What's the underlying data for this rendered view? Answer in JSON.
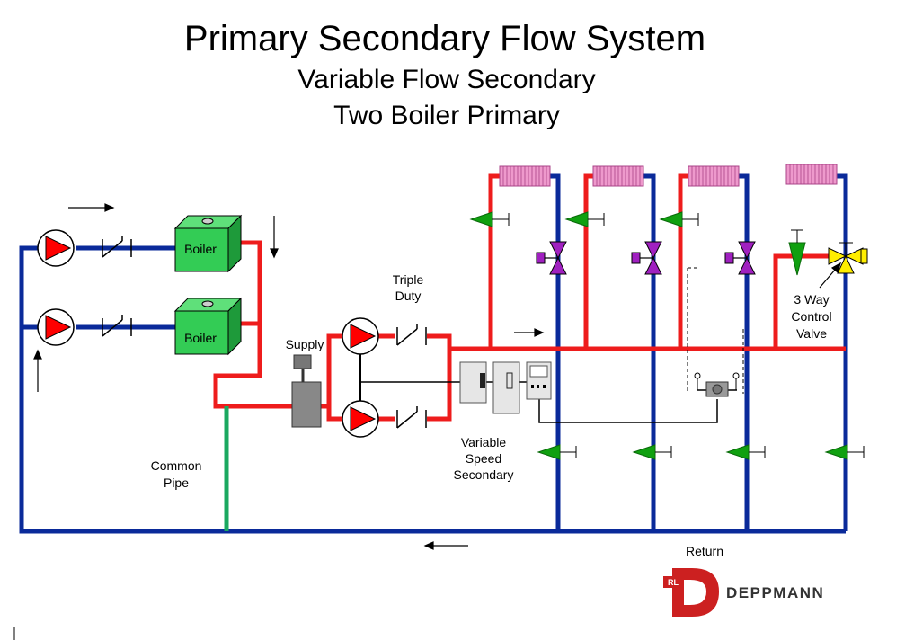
{
  "title": {
    "main": "Primary Secondary Flow System",
    "line2": "Variable Flow Secondary",
    "line3": "Two Boiler Primary"
  },
  "labels": {
    "boiler_top": "Boiler",
    "boiler_bottom": "Boiler",
    "triple_duty_1": "Triple",
    "triple_duty_2": "Duty",
    "supply": "Supply",
    "common_pipe_1": "Common",
    "common_pipe_2": "Pipe",
    "vss_1": "Variable",
    "vss_2": "Speed",
    "vss_3": "Secondary",
    "three_way_1": "3 Way",
    "three_way_2": "Control",
    "three_way_3": "Valve",
    "return": "Return"
  },
  "logo": {
    "mark": "RL",
    "name": "DEPPMANN"
  },
  "colors": {
    "supply_pipe": "#ee1c1c",
    "return_pipe": "#0a2a9a",
    "common_pipe": "#1aa860",
    "boiler": "#33cc55",
    "pump": "#ff0000",
    "balancing_valve": "#10a010",
    "two_way_valve": "#a020c0",
    "three_way_valve": "#ffee00",
    "coil": "#ee99cc",
    "logo_red": "#cc2020"
  },
  "icons": {
    "pump": "pump-icon",
    "check_valve": "check-valve-icon",
    "boiler": "boiler-icon",
    "coil": "coil-icon",
    "control_valve": "two-way-valve-icon",
    "balancing_valve": "balancing-valve-icon"
  }
}
